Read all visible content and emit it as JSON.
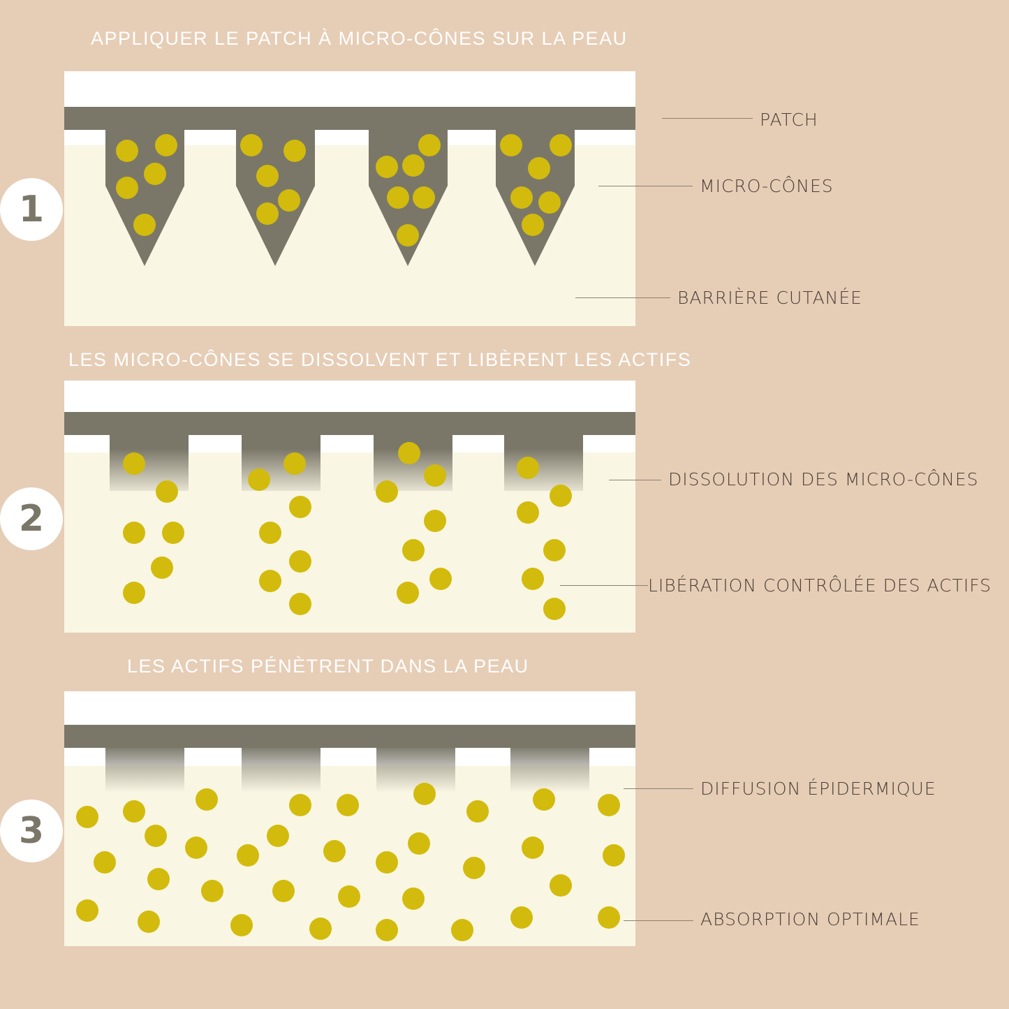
{
  "colors": {
    "background": "#e6cdb6",
    "patch": "#7a7769",
    "skin": "#faf6e4",
    "active": "#d2bb0c",
    "label_text": "#4a3f36",
    "title_text": "#ffffff"
  },
  "steps": [
    {
      "number": "1",
      "title": "APPLIQUER LE PATCH À MICRO-CÔNES SUR LA PEAU",
      "labels": [
        "PATCH",
        "MICRO-CÔNES",
        "BARRIÈRE CUTANÉE"
      ]
    },
    {
      "number": "2",
      "title": "LES MICRO-CÔNES SE DISSOLVENT ET LIBÈRENT LES ACTIFS",
      "labels": [
        "DISSOLUTION DES MICRO-CÔNES",
        "LIBÉRATION CONTRÔLÉE DES ACTIFS"
      ]
    },
    {
      "number": "3",
      "title": "LES ACTIFS PÉNÈTRENT DANS LA PEAU",
      "labels": [
        "DIFFUSION ÉPIDERMIQUE",
        "ABSORPTION OPTIMALE"
      ]
    }
  ]
}
